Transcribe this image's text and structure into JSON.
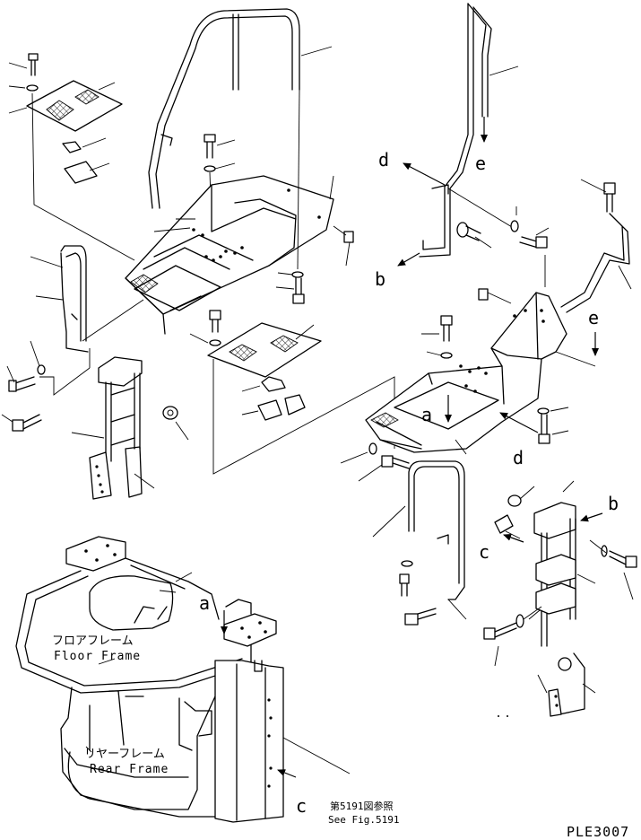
{
  "labels": {
    "a_left": "a",
    "a_right": "a",
    "b_left": "b",
    "b_right": "b",
    "c_mid": "c",
    "c_bottom": "c",
    "d_top": "d",
    "d_bottom": "d",
    "e_top": "e",
    "e_right": "e"
  },
  "floor_frame": {
    "jp": "フロアフレーム",
    "en": "Floor Frame"
  },
  "rear_frame": {
    "jp": "リヤーフレーム",
    "en": "Rear Frame"
  },
  "reference": {
    "jp": "第5191図参照",
    "en": "See Fig.5191"
  },
  "figure_code": "PLE3007"
}
